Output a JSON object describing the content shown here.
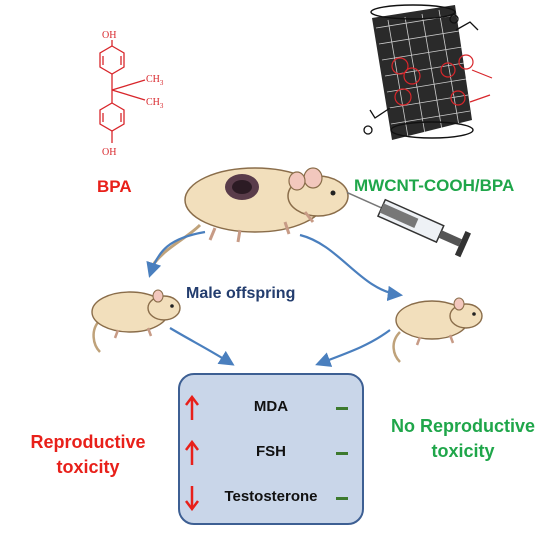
{
  "labels": {
    "bpa": "BPA",
    "mwcnt": "MWCNT-COOH/BPA",
    "offspring": "Male offspring",
    "reproductive_toxicity": "Reproductive toxicity",
    "no_reproductive_toxicity": "No Reproductive toxicity"
  },
  "chemistry": {
    "oh_top": "OH",
    "oh_bottom": "OH",
    "ch3_a": "CH",
    "ch3_b": "CH",
    "sub3": "3"
  },
  "markers": [
    {
      "name": "MDA",
      "direction": "up"
    },
    {
      "name": "FSH",
      "direction": "up"
    },
    {
      "name": "Testosterone",
      "direction": "down"
    }
  ],
  "colors": {
    "red": "#e8201a",
    "green": "#1fa64a",
    "navy": "#233d6e",
    "box_fill": "#c9d6e9",
    "box_border": "#3d5f93",
    "arrow_blue": "#4a7fbe"
  }
}
